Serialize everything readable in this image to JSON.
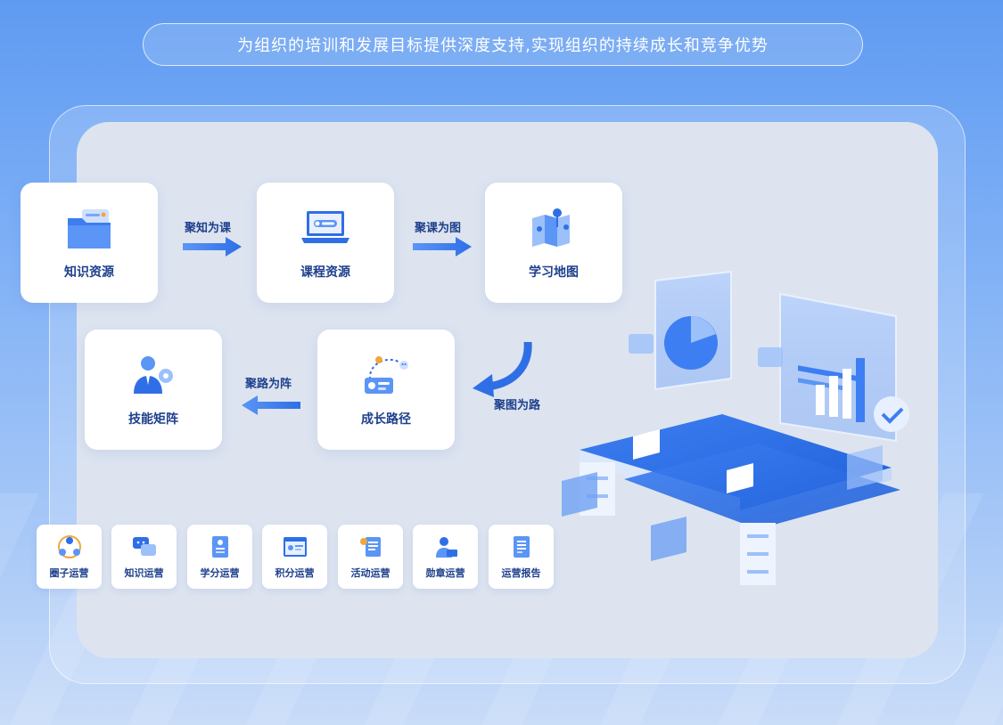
{
  "header": {
    "tagline": "为组织的培训和发展目标提供深度支持,实现组织的持续成长和竞争优势"
  },
  "flow": {
    "cards": {
      "knowledge": "知识资源",
      "course": "课程资源",
      "map": "学习地图",
      "growth": "成长路径",
      "skills": "技能矩阵"
    },
    "arrows": {
      "knowledge_to_course": "聚知为课",
      "course_to_map": "聚课为图",
      "map_to_growth": "聚图为路",
      "growth_to_skills": "聚路为阵"
    }
  },
  "operations": {
    "items": [
      "圈子运营",
      "知识运营",
      "学分运营",
      "积分运营",
      "活动运营",
      "勋章运营",
      "运营报告"
    ]
  },
  "colors": {
    "primary": "#2f6fe6",
    "dark_text": "#1d3f8c",
    "panel": "#dde4f0"
  }
}
